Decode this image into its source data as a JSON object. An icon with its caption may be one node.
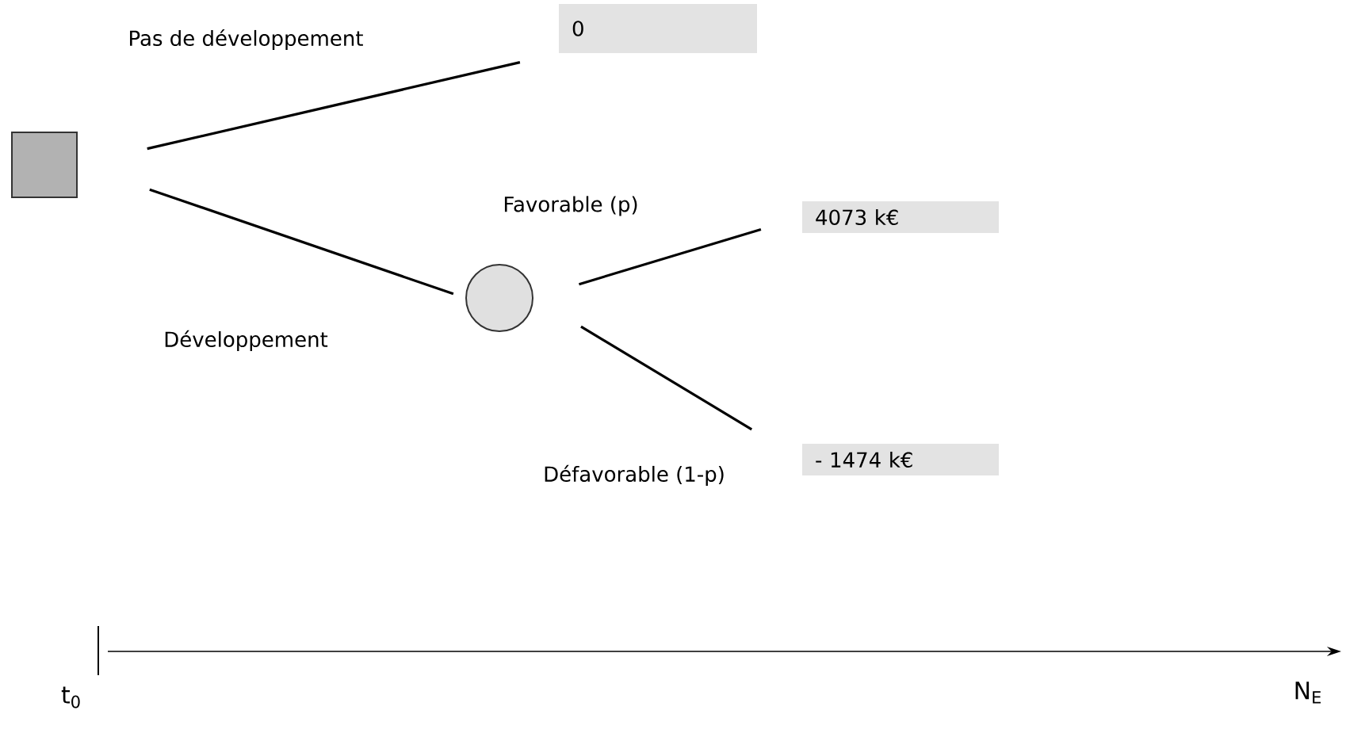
{
  "diagram": {
    "nodes": [
      {
        "text": [],
        "shape": "box"
      },
      {
        "text": [
          "0"
        ]
      },
      {
        "text": [],
        "shape": "circle"
      },
      {
        "text": [
          "4073 k€"
        ]
      },
      {
        "text": [
          "- 1474 k€"
        ]
      }
    ],
    "edges": [
      {
        "from": 0,
        "to": 1,
        "arrow": "none",
        "label": "Pas de développement"
      },
      {
        "from": 0,
        "to": 2,
        "arrow": "none",
        "label": "Développement"
      },
      {
        "from": 2,
        "to": 3,
        "arrow": "none",
        "label": "Favorable (p)"
      },
      {
        "from": 2,
        "to": 4,
        "arrow": "none",
        "label": "Défavorable (1-p)"
      }
    ],
    "labels": [
      "t$_{0}$",
      "N$_{E}$"
    ]
  }
}
